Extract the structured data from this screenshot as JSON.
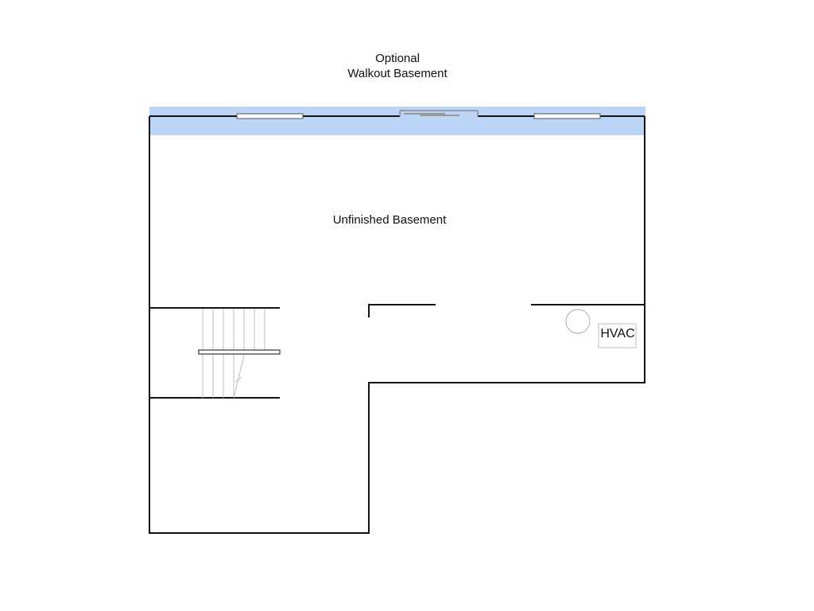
{
  "floorplan": {
    "title_line1": "Optional",
    "title_line2": "Walkout Basement",
    "room_label": "Unfinished Basement",
    "hvac_label": "HVAC"
  },
  "colors": {
    "wall": "#111111",
    "optional_area": "#bcd4f5",
    "window": "#ffffff",
    "stair_line": "#bdbdbd"
  }
}
